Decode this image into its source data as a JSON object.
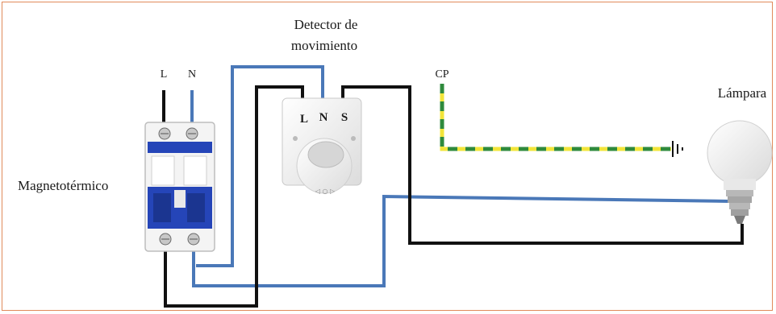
{
  "labels": {
    "detector_line1": "Detector de",
    "detector_line2": "movimiento",
    "lamp": "Lámpara",
    "breaker": "Magnetotérmico",
    "breaker_L": "L",
    "breaker_N": "N",
    "ground": "CP",
    "detector_L": "L",
    "detector_N": "N",
    "detector_S": "S"
  },
  "colors": {
    "live": "#111111",
    "neutral": "#4a78b8",
    "ground_yellow": "#f2e53a",
    "ground_green": "#2f8a3c",
    "breaker_blue": "#2545b8",
    "frame": "#e08a5a"
  }
}
